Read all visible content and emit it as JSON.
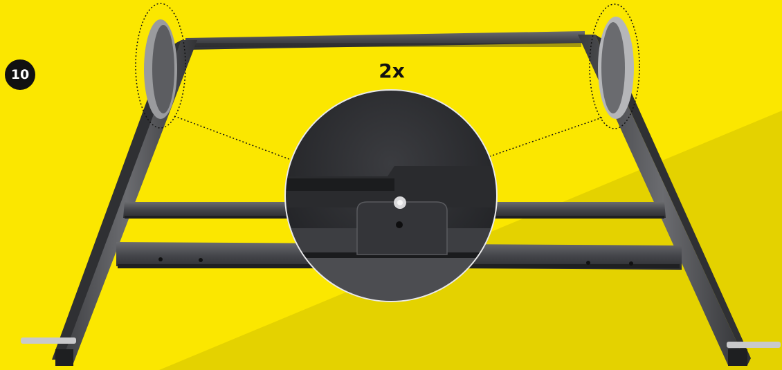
{
  "step": {
    "number": "10"
  },
  "detail": {
    "quantity_label": "2x"
  },
  "illustration": {
    "subject": "frame assembly",
    "background_color": "#fbe700",
    "accent_color": "#e4d200",
    "frame_color": "#4a4b4e"
  }
}
